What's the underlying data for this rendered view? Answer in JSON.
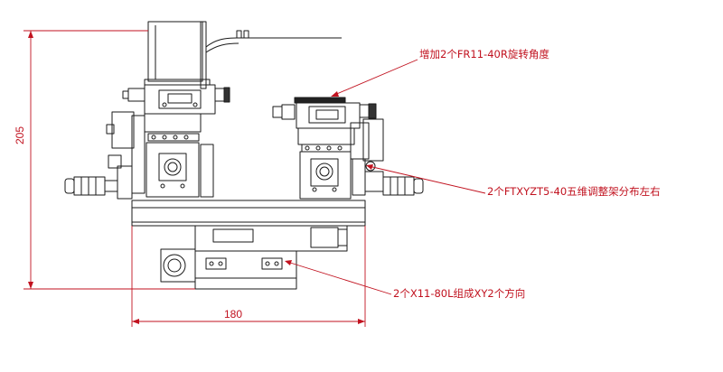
{
  "dimensions": {
    "height_label": "205",
    "width_label": "180"
  },
  "callouts": [
    {
      "id": "rotation",
      "text": "增加2个FR11-40R旋转角度"
    },
    {
      "id": "five-axis",
      "text": "2个FTXYZT5-40五维调整架分布左右"
    },
    {
      "id": "xy-stage",
      "text": "2个X11-80L组成XY2个方向"
    }
  ],
  "colors": {
    "annotation": "#c1121f",
    "line_art": "#1a1a1a",
    "background": "#ffffff"
  }
}
